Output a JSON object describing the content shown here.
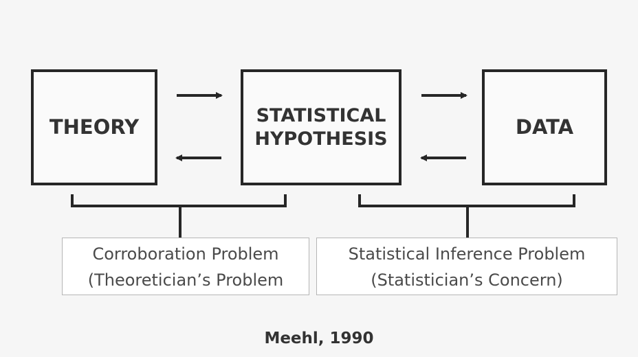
{
  "diagram": {
    "boxes": {
      "theory": "THEORY",
      "hypothesis": "STATISTICAL\nHYPOTHESIS",
      "data": "DATA"
    },
    "captions": {
      "left": {
        "line1": "Corroboration Problem",
        "line2": "(Theoretician’s Problem"
      },
      "right": {
        "line1": "Statistical Inference Problem",
        "line2": "(Statistician’s Concern)"
      }
    },
    "citation": "Meehl, 1990",
    "colors": {
      "stroke": "#262626",
      "text": "#333333",
      "caption_text": "#4a4a4a",
      "caption_border": "#b5b5b5"
    }
  }
}
